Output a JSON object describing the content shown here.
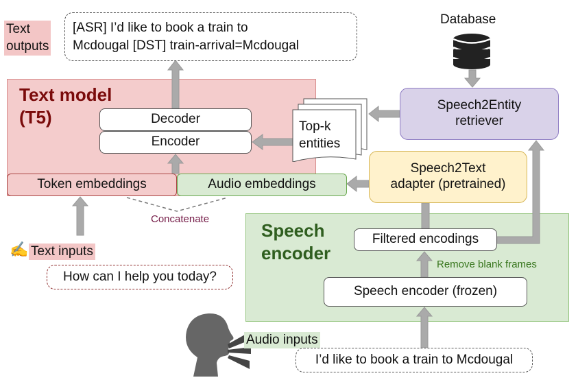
{
  "text_outputs": {
    "label_line1": "Text",
    "label_line2": "outputs",
    "line1": "[ASR] I’d like to book a train to",
    "line2": "Mcdougal [DST] train-arrival=Mcdougal"
  },
  "database": {
    "label": "Database"
  },
  "text_model": {
    "title_line1": "Text model",
    "title_line2": "(T5)",
    "decoder": "Decoder",
    "encoder": "Encoder",
    "token_embeddings": "Token embeddings",
    "audio_embeddings": "Audio embeddings",
    "concatenate": "Concatenate"
  },
  "topk": {
    "line1": "Top-k",
    "line2": "entities"
  },
  "retriever": {
    "line1": "Speech2Entity",
    "line2": "retriever"
  },
  "adapter": {
    "line1": "Speech2Text",
    "line2": "adapter (pretrained)"
  },
  "speech_encoder": {
    "title_line1": "Speech",
    "title_line2": "encoder",
    "filtered": "Filtered encodings",
    "remove_blank": "Remove blank frames",
    "frozen": "Speech encoder (frozen)"
  },
  "text_inputs": {
    "label": "Text inputs",
    "example": "How can I help you today?"
  },
  "audio_inputs": {
    "label": "Audio inputs",
    "example": "I’d like to book a train to Mcdougal"
  },
  "colors": {
    "text_model_bg": "#f4cccc",
    "text_model_title": "#7a0b0b",
    "speech_encoder_bg": "#d9ead3",
    "speech_encoder_title": "#2f5e1f",
    "retriever_bg": "#d9d2e9",
    "adapter_bg": "#fff2cc",
    "arrow_gray": "#aaaaaa",
    "concatenate_text": "#741b47",
    "remove_blank_text": "#38761d"
  },
  "icons": [
    "database-icon",
    "hand-writing-icon",
    "speaking-head-icon",
    "sound-waves-icon",
    "documents-stack-icon"
  ]
}
